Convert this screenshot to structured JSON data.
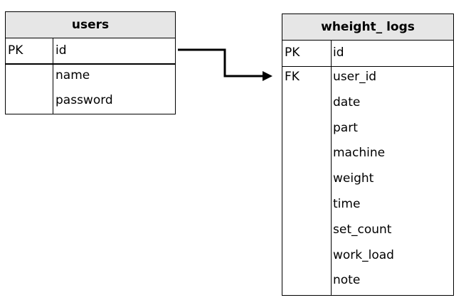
{
  "tables": [
    {
      "name": "users",
      "pk_rows": [
        {
          "key": "PK",
          "column": "id"
        }
      ],
      "rows": [
        {
          "key": "",
          "column": "name"
        },
        {
          "key": "",
          "column": "password"
        }
      ]
    },
    {
      "name": "wheight_ logs",
      "pk_rows": [
        {
          "key": "PK",
          "column": "id"
        }
      ],
      "rows": [
        {
          "key": "FK",
          "column": "user_id"
        },
        {
          "key": "",
          "column": "date"
        },
        {
          "key": "",
          "column": "part"
        },
        {
          "key": "",
          "column": "machine"
        },
        {
          "key": "",
          "column": "weight"
        },
        {
          "key": "",
          "column": "time"
        },
        {
          "key": "",
          "column": "set_count"
        },
        {
          "key": "",
          "column": "work_load"
        },
        {
          "key": "",
          "column": "note"
        }
      ]
    }
  ],
  "relationship": {
    "from": "users.id",
    "to": "wheight_ logs.user_id",
    "arrow": "filled"
  },
  "colors": {
    "header_bg": "#e6e6e6",
    "border": "#000000",
    "background": "#ffffff"
  }
}
